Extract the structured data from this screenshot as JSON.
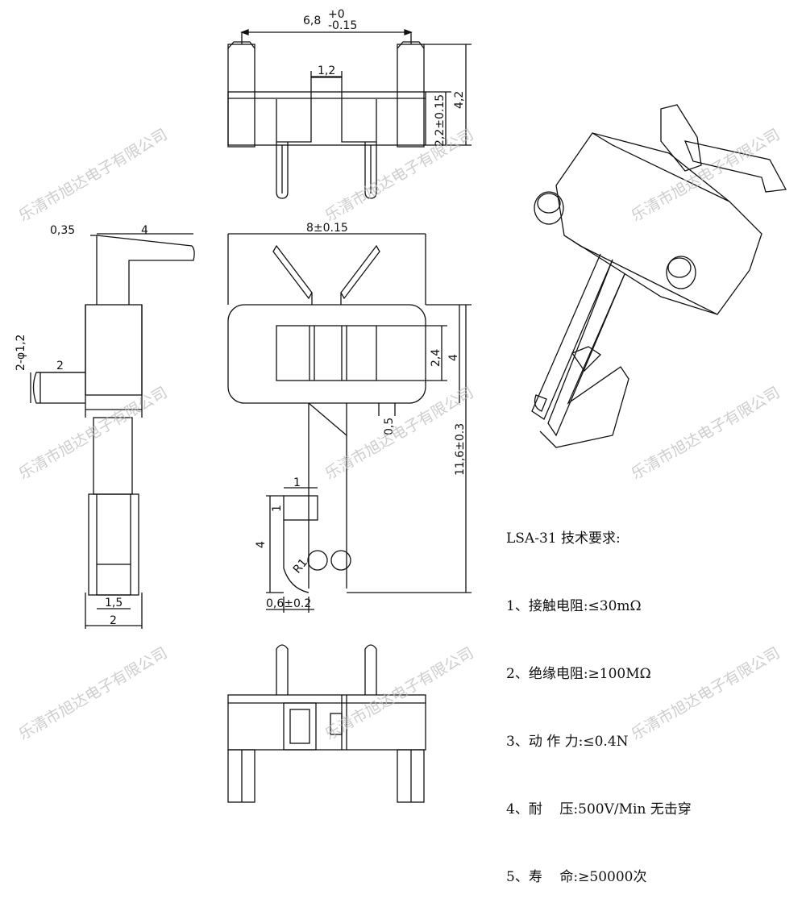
{
  "dimensions": {
    "top_width": "6,8",
    "top_width_tol_upper": "+0",
    "top_width_tol_lower": "-0.15",
    "slot_width": "1,2",
    "height_total": "4,2",
    "height_partial": "2,2±0.15",
    "side_thickness": "0,35",
    "side_lever_len": "4",
    "pin_label": "2-φ1,2",
    "pin_len": "2",
    "bottom_inner": "1,5",
    "bottom_outer": "2",
    "front_width": "8±0.15",
    "window_h": "2,4",
    "body_h": "4",
    "gap": "0,5",
    "total_len": "11,6±0.3",
    "hook_w": "1",
    "hook_h": "1",
    "hook_len": "4",
    "radius": "R1",
    "thickness": "0,6±0.2"
  },
  "specs": {
    "title": "LSA-31 技术要求:",
    "items": [
      "1、接触电阻:≤30mΩ",
      "2、绝缘电阻:≥100MΩ",
      "3、动 作 力:≤0.4N",
      "4、耐    压:500V/Min 无击穿",
      "5、寿    命:≥50000次"
    ]
  },
  "watermark": "乐清市旭达电子有限公司"
}
